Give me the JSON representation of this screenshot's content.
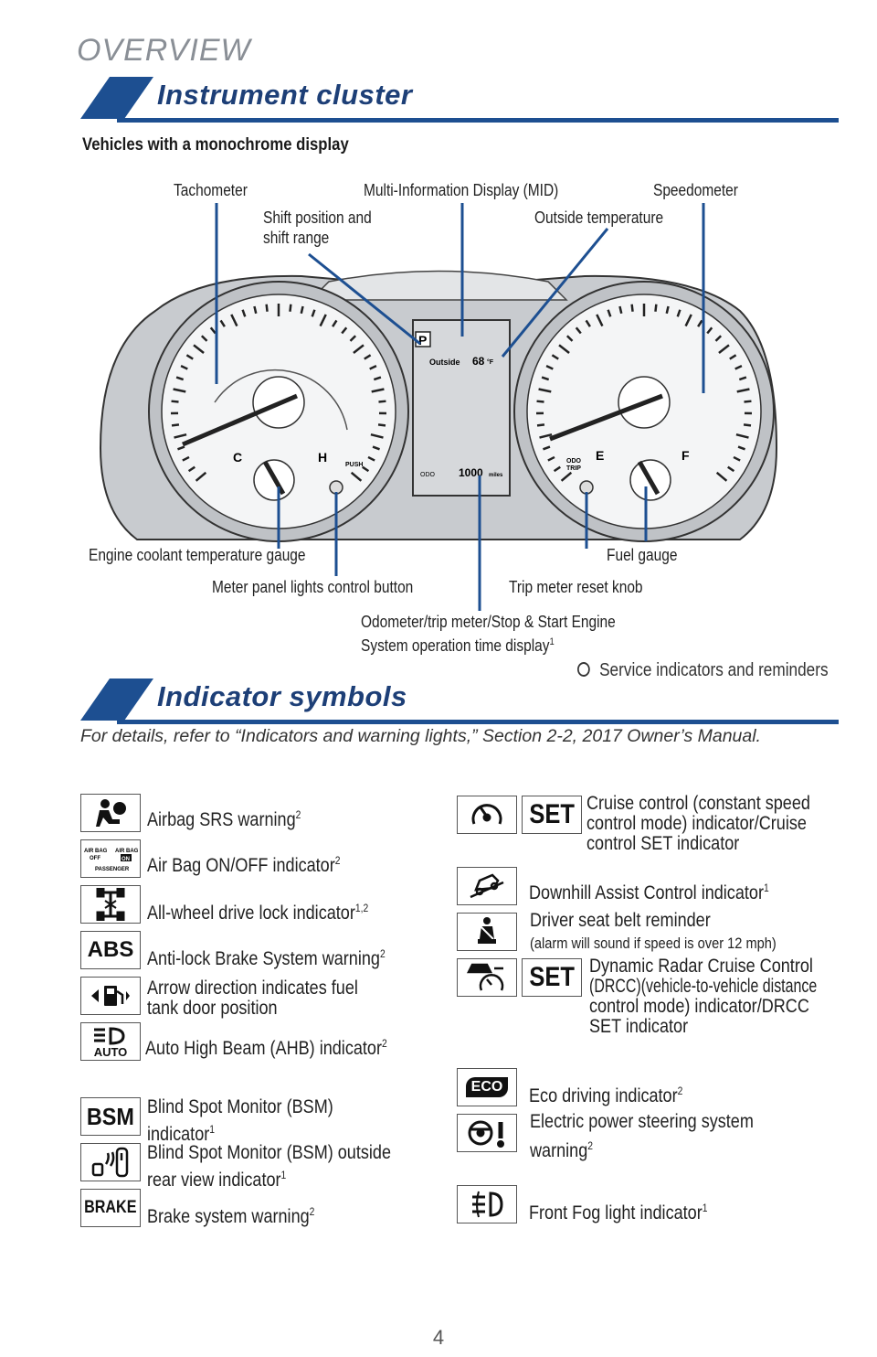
{
  "header": {
    "overview": "OVERVIEW"
  },
  "section1": {
    "title": "Instrument cluster",
    "subhead": "Vehicles with a monochrome display"
  },
  "cluster": {
    "labels": {
      "tachometer": "Tachometer",
      "mid": "Multi-Information Display (MID)",
      "speedometer": "Speedometer",
      "shift1": "Shift position and",
      "shift2": "shift range",
      "outside_temp": "Outside temperature",
      "coolant": "Engine coolant temperature gauge",
      "fuel": "Fuel gauge",
      "meter_btn": "Meter panel lights control button",
      "trip_knob": "Trip meter reset knob",
      "odo1": "Odometer/trip meter/Stop & Start Engine",
      "odo2": "System operation time display",
      "odo_sup": "1"
    },
    "display": {
      "gear": "P",
      "outside_label": "Outside",
      "outside_value": "68",
      "unit": "°F",
      "odo_label": "ODO",
      "odo_value": "1000",
      "odo_unit": "miles"
    },
    "gauge_marks": {
      "cold": "C",
      "hot": "H",
      "empty": "E",
      "full": "F",
      "push": "PUSH",
      "odo_trip_1": "ODO",
      "odo_trip_2": "TRIP"
    }
  },
  "service_note": "Service indicators and reminders",
  "section2": {
    "title": "Indicator symbols",
    "note": "For details, refer to “Indicators and warning lights,” Section 2-2, 2017 Owner’s Manual."
  },
  "indicators_left": [
    {
      "label": "Airbag SRS warning",
      "sup": "2"
    },
    {
      "label": "Air Bag ON/OFF indicator",
      "sup": "2",
      "icon_t1": "AIR BAG",
      "icon_t2": "OFF",
      "icon_t3": "AIR BAG",
      "icon_t4": "ON",
      "icon_t5": "PASSENGER"
    },
    {
      "label": "All-wheel drive lock indicator",
      "sup": "1,2"
    },
    {
      "label": "Anti-lock Brake System warning",
      "sup": "2",
      "icon_text": "ABS"
    },
    {
      "label1": "Arrow direction indicates fuel",
      "label2": "tank door position"
    },
    {
      "label": "Auto High Beam (AHB) indicator",
      "sup": "2",
      "icon_text": "AUTO"
    },
    {
      "label1": "Blind Spot Monitor (BSM)",
      "label2": "indicator",
      "sup": "1",
      "icon_text": "BSM"
    },
    {
      "label1": "Blind Spot Monitor (BSM) outside",
      "label2": "rear view indicator",
      "sup": "1"
    },
    {
      "label": "Brake system warning",
      "sup": "2",
      "icon_text": "BRAKE"
    }
  ],
  "indicators_right": [
    {
      "label1": "Cruise control (constant speed",
      "label2": "control mode) indicator/Cruise",
      "label3": "control SET indicator",
      "icon_text": "SET"
    },
    {
      "label": "Downhill Assist Control indicator",
      "sup": "1"
    },
    {
      "label1": "Driver seat belt reminder",
      "label2": "(alarm will sound if speed is over 12 mph)"
    },
    {
      "label1": "Dynamic Radar Cruise Control",
      "label2": "(DRCC)(vehicle-to-vehicle distance",
      "label3": "control mode) indicator/DRCC",
      "label4": "SET indicator",
      "icon_text": "SET"
    },
    {
      "label": "Eco driving indicator",
      "sup": "2",
      "icon_text": "ECO"
    },
    {
      "label1": "Electric power steering system",
      "label2": "warning",
      "sup": "2"
    },
    {
      "label": "Front Fog light indicator",
      "sup": "1"
    }
  ],
  "footer": {
    "page_number": "4"
  }
}
